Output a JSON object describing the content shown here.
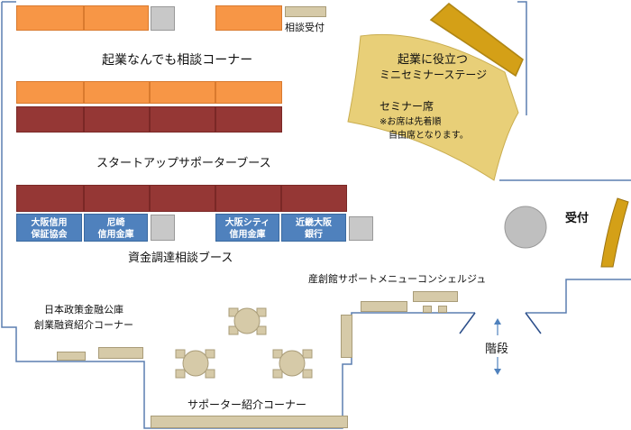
{
  "colors": {
    "orange": "#F79646",
    "maroon": "#953735",
    "blue": "#4f81bd",
    "tan": "#d6caa8",
    "gold": "#D4A017",
    "paper": "#E8CF78",
    "wall": "#5b7fb0"
  },
  "labels": {
    "consult_reception": "相談受付",
    "consult_corner": "起業なんでも相談コーナー",
    "startup_booth": "スタートアップサポーターブース",
    "funding_booth": "資金調達相談ブース",
    "seminar_stage_line1": "起業に役立つ",
    "seminar_stage_line2": "ミニセミナーステージ",
    "seminar_seats": "セミナー席",
    "seat_note_line1": "※お席は先着順",
    "seat_note_line2": "自由席となります。",
    "reception": "受付",
    "concierge": "産創館サポートメニューコンシェルジュ",
    "jfc_line1": "日本政策金融公庫",
    "jfc_line2": "創業融資紹介コーナー",
    "stairs": "階段",
    "supporter_corner": "サポーター紹介コーナー"
  },
  "funding_booths": [
    {
      "line1": "大阪信用",
      "line2": "保証協会"
    },
    {
      "line1": "尼崎",
      "line2": "信用金庫"
    },
    {
      "line1": "大阪シティ",
      "line2": "信用金庫"
    },
    {
      "line1": "近畿大阪",
      "line2": "銀行"
    }
  ]
}
